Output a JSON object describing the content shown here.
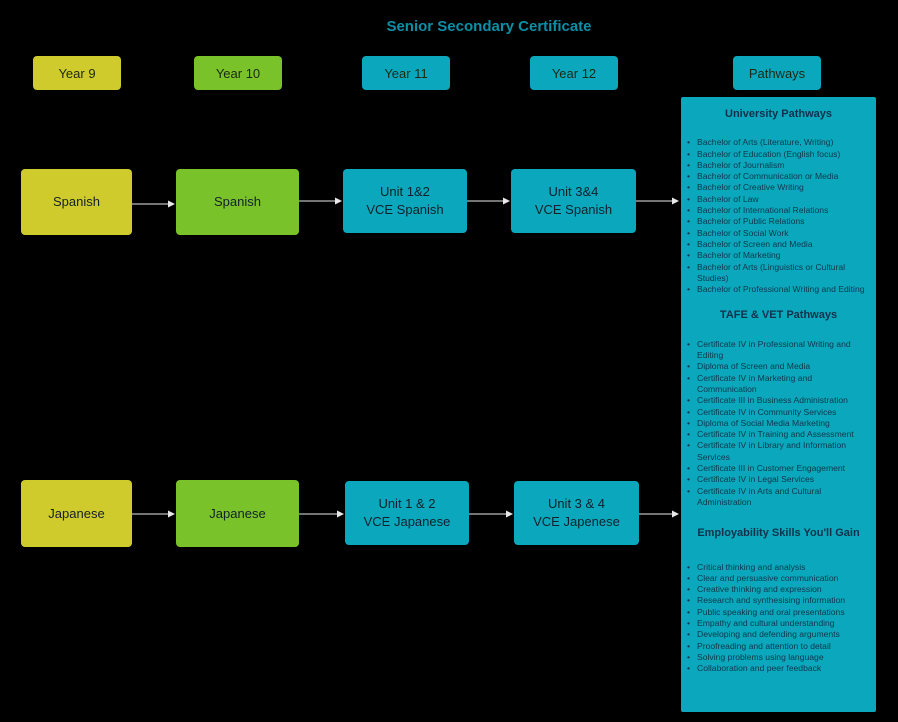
{
  "title": "Senior Secondary Certificate",
  "headers": [
    "Year 9",
    "Year 10",
    "Year 11",
    "Year 12",
    "Pathways"
  ],
  "rows": [
    {
      "year9": "Spanish",
      "year10": "Spanish",
      "year11": [
        "Unit 1&2",
        "VCE Spanish"
      ],
      "year12": [
        "Unit 3&4",
        "VCE Spanish"
      ]
    },
    {
      "year9": "Japanese",
      "year10": "Japanese",
      "year11": [
        "Unit 1 & 2",
        "VCE Japanese"
      ],
      "year12": [
        "Unit 3 & 4",
        "VCE Japenese"
      ]
    }
  ],
  "pathways": [
    {
      "heading": "University Pathways",
      "items": [
        "Bachelor of Arts (Literature, Writing)",
        "Bachelor of Education (English focus)",
        "Bachelor of Journalism",
        "Bachelor of Communication or Media",
        "Bachelor of Creative Writing",
        "Bachelor of Law",
        "Bachelor of International Relations",
        "Bachelor of Public Relations",
        "Bachelor of Social Work",
        "Bachelor of Screen and Media",
        "Bachelor of Marketing",
        "Bachelor of Arts (Linguistics or Cultural Studies)",
        "Bachelor of Professional Writing and Editing"
      ]
    },
    {
      "heading": "TAFE & VET Pathways",
      "items": [
        "Certificate IV in Professional Writing and Editing",
        "Diploma of Screen and Media",
        "Certificate IV in Marketing and Communication",
        "Certificate III in Business Administration",
        "Certificate IV in Community Services",
        "Diploma of Social Media Marketing",
        "Certificate IV in Training and Assessment",
        "Certificate IV in Library and Information Services",
        "Certificate III in Customer Engagement",
        "Certificate IV in Legal Services",
        "Certificate IV in Arts and Cultural Administration"
      ]
    },
    {
      "heading": "Employability Skills You'll Gain",
      "items": [
        "Critical thinking and analysis",
        "Clear and persuasive communication",
        "Creative thinking and expression",
        "Research and synthesising information",
        "Public speaking and oral presentations",
        "Empathy and cultural understanding",
        "Developing and defending arguments",
        "Proofreading and attention to detail",
        "Solving problems using language",
        "Collaboration and peer feedback"
      ]
    }
  ]
}
